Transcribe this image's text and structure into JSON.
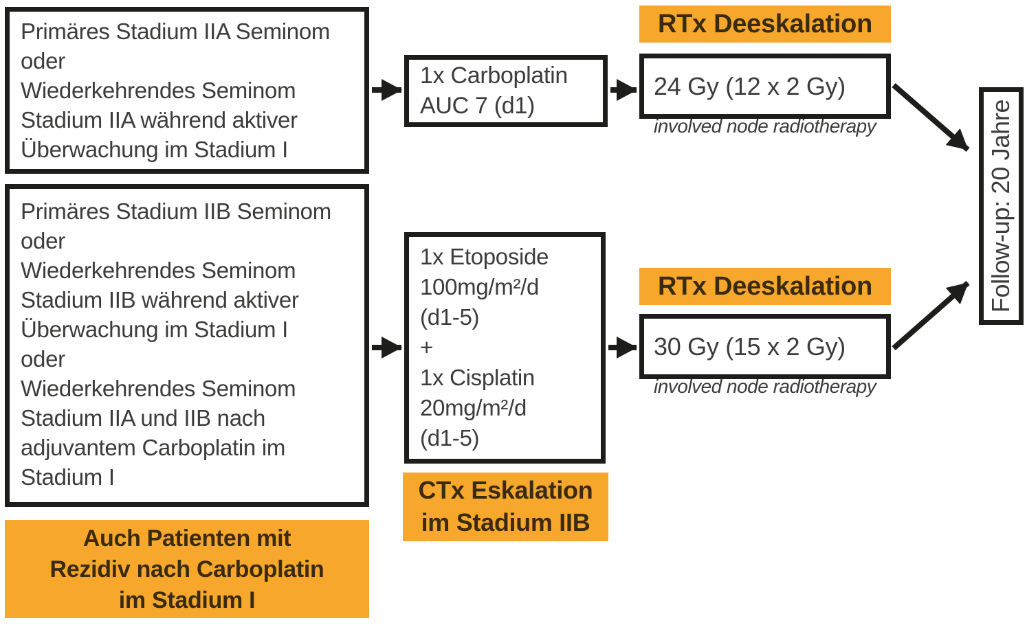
{
  "palette": {
    "orange": "#F7A82C",
    "border_black": "#1D1D1B",
    "text_dark": "#3C3C3B",
    "text_on_orange": "#3A2B10"
  },
  "left_column": {
    "stage_iia_box": "Primäres Stadium IIA Seminom\noder\nWiederkehrendes Seminom\nStadium IIA während aktiver\nÜberwachung im Stadium I",
    "stage_iib_box": "Primäres Stadium IIB Seminom\noder\nWiederkehrendes Seminom\nStadium IIB während aktiver\nÜberwachung im Stadium I\noder\nWiederkehrendes Seminom\nStadium IIA und IIB nach\nadjuvantem Carboplatin im\nStadium I",
    "carboplatin_relapse_note": "Auch Patienten mit\nRezidiv nach Carboplatin\nim Stadium I"
  },
  "middle_column": {
    "carboplatin_box": "1x Carboplatin\nAUC 7 (d1)",
    "etoposide_cisplatin_box": "1x Etoposide\n100mg/m²/d\n(d1-5)\n+\n1x Cisplatin\n20mg/m²/d\n(d1-5)",
    "ctx_escalation_label": "CTx Eskalation\nim Stadium IIB"
  },
  "right_column": {
    "rtx_deescalation_label_top": "RTx Deeskalation",
    "dose_24gy_title": "24 Gy (12 x 2 Gy)",
    "dose_24gy_subtitle": "involved node radiotherapy",
    "rtx_deescalation_label_bottom": "RTx Deeskalation",
    "dose_30gy_title": "30 Gy (15 x 2 Gy)",
    "dose_30gy_subtitle": "involved node radiotherapy"
  },
  "followup": {
    "label": "Follow-up: 20 Jahre"
  }
}
